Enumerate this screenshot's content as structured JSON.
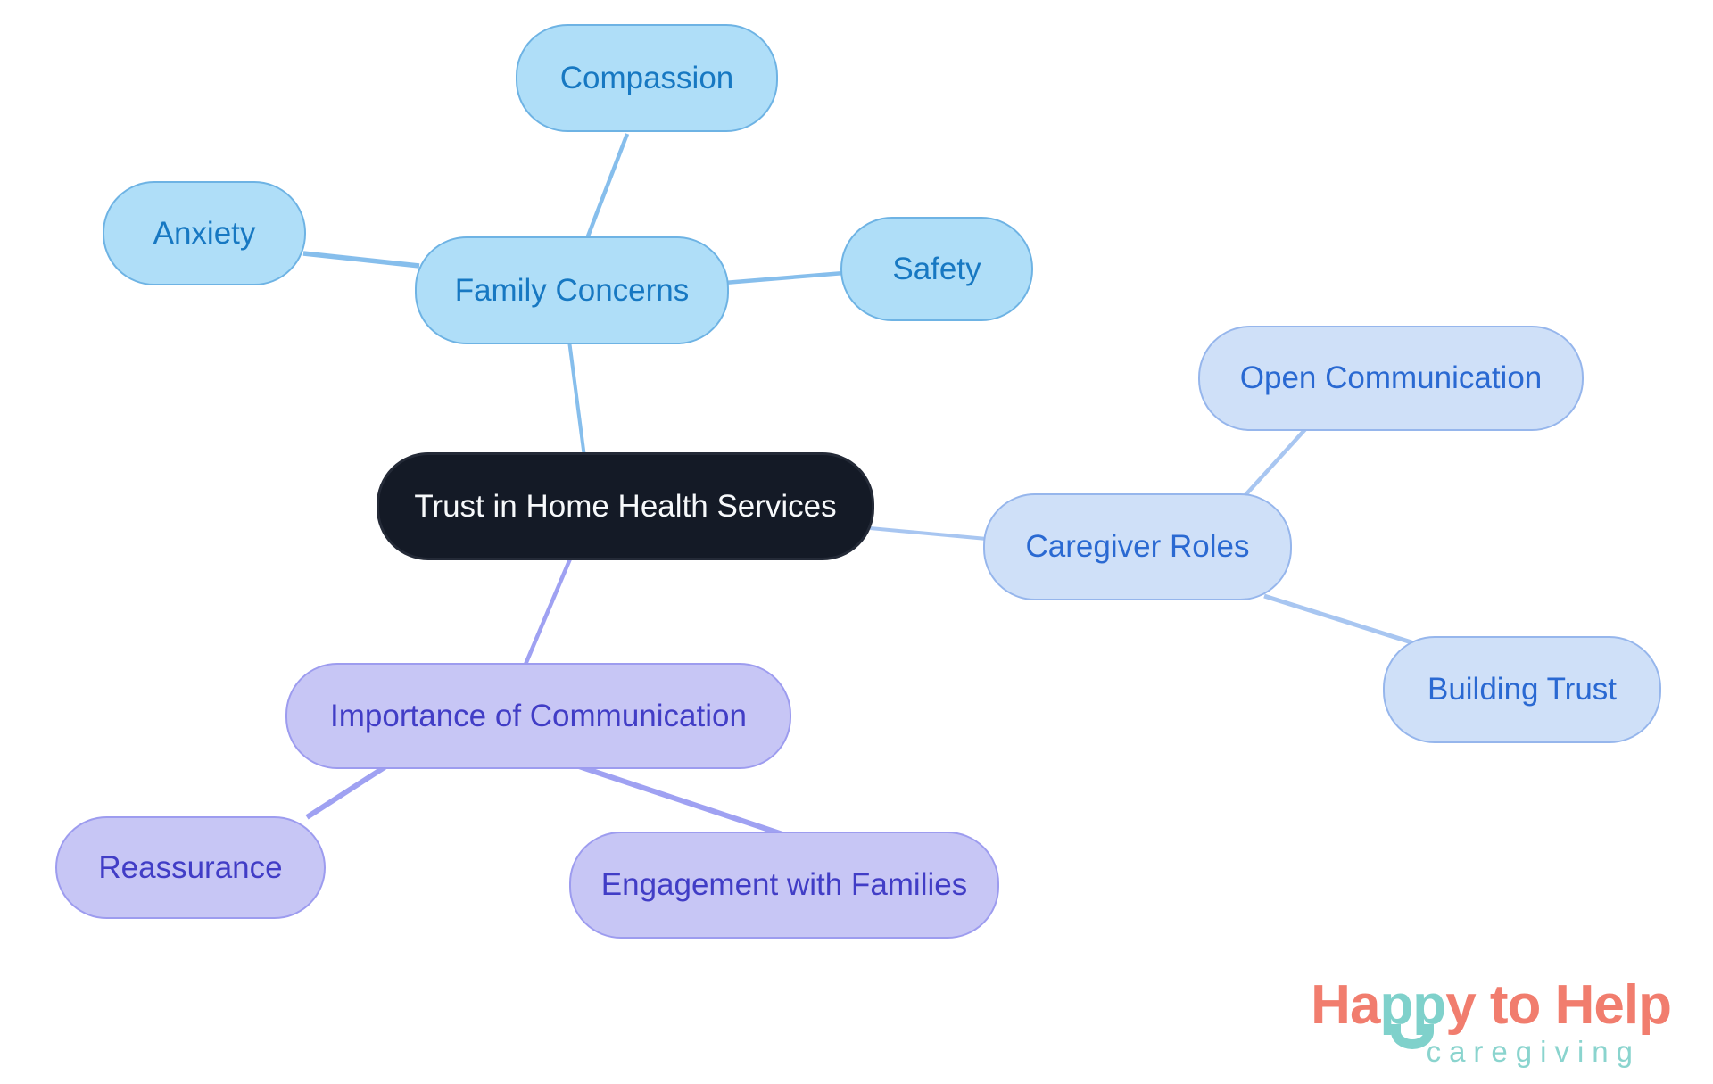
{
  "page": {
    "background": "#ffffff"
  },
  "mindmap": {
    "nodes": {
      "root": {
        "label": "Trust in Home Health Services"
      },
      "family_concerns": {
        "label": "Family Concerns"
      },
      "compassion": {
        "label": "Compassion"
      },
      "anxiety": {
        "label": "Anxiety"
      },
      "safety": {
        "label": "Safety"
      },
      "caregiver_roles": {
        "label": "Caregiver Roles"
      },
      "open_communication": {
        "label": "Open Communication"
      },
      "building_trust": {
        "label": "Building Trust"
      },
      "importance_of_communication": {
        "label": "Importance of Communication"
      },
      "reassurance": {
        "label": "Reassurance"
      },
      "engagement_with_families": {
        "label": "Engagement with Families"
      }
    },
    "edges": [
      {
        "from": "family_concerns",
        "to": "compassion"
      },
      {
        "from": "family_concerns",
        "to": "anxiety"
      },
      {
        "from": "family_concerns",
        "to": "safety"
      },
      {
        "from": "root",
        "to": "family_concerns"
      },
      {
        "from": "root",
        "to": "caregiver_roles"
      },
      {
        "from": "caregiver_roles",
        "to": "open_communication"
      },
      {
        "from": "caregiver_roles",
        "to": "building_trust"
      },
      {
        "from": "root",
        "to": "importance_of_communication"
      },
      {
        "from": "importance_of_communication",
        "to": "reassurance"
      },
      {
        "from": "importance_of_communication",
        "to": "engagement_with_families"
      }
    ],
    "colors": {
      "root_fill": "#141A26",
      "root_text": "#F7F9FB",
      "blue_fill": "#AFDEF8",
      "blue_border": "#6EB3E4",
      "blue_text": "#1778C2",
      "periwinkle_fill": "#CFE0F8",
      "periwinkle_border": "#96B6EC",
      "periwinkle_text": "#2A69D2",
      "purple_fill": "#C7C6F5",
      "purple_border": "#9D9CEF",
      "purple_text": "#413DC6",
      "edge_blue": "#86BEEC",
      "edge_periwinkle": "#A8C6F1",
      "edge_purple": "#9FA1F2"
    }
  },
  "logo": {
    "word_part1": "Ha",
    "word_part2": "pp",
    "word_part3": "y to Help",
    "tagline": "caregiving",
    "coral": "#F17D6E",
    "teal": "#7FD1CB"
  }
}
